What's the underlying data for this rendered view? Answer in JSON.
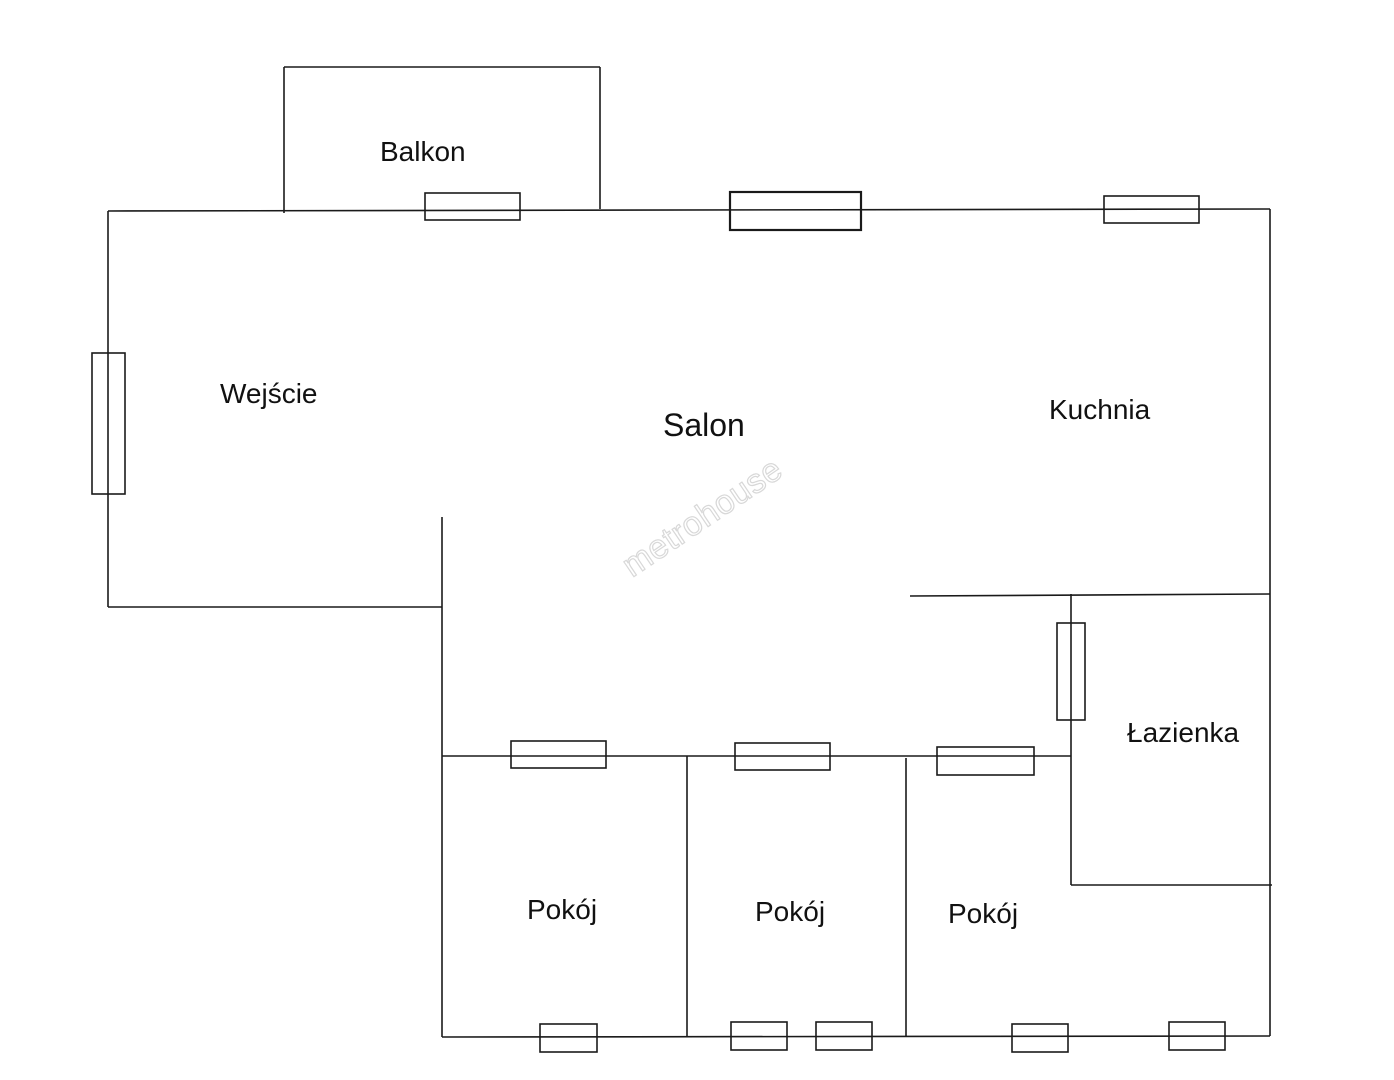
{
  "rooms": {
    "balkon": "Balkon",
    "wejscie": "Wejście",
    "salon": "Salon",
    "kuchnia": "Kuchnia",
    "lazienka": "Łazienka",
    "pokoj_1": "Pokój",
    "pokoj_2": "Pokój",
    "pokoj_3": "Pokój"
  },
  "watermark": "metrohouse",
  "colors": {
    "line": "#1a1a1a",
    "background": "#ffffff",
    "watermark": "#d8d8d8"
  }
}
